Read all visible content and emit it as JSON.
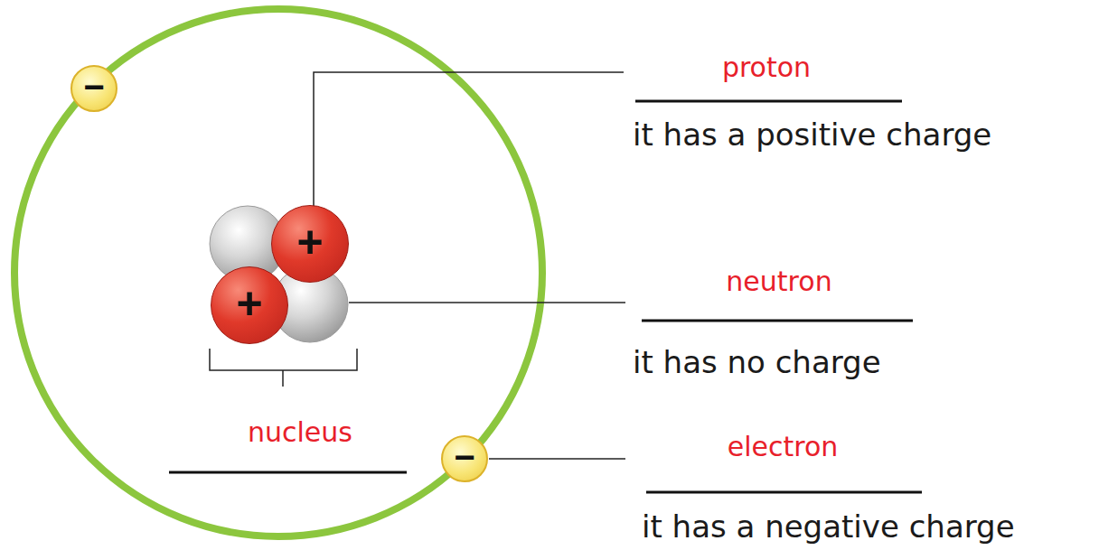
{
  "diagram": {
    "nodes": [
      {
        "text": [
          "−"
        ]
      },
      {
        "text": [
          "+"
        ]
      },
      {
        "text": [
          "+"
        ]
      },
      {
        "text": [
          "−"
        ]
      }
    ],
    "labels": [
      "proton",
      "it has a positive charge",
      "neutron",
      "it has no charge",
      "nucleus",
      "electron",
      "it has a negative charge"
    ]
  }
}
